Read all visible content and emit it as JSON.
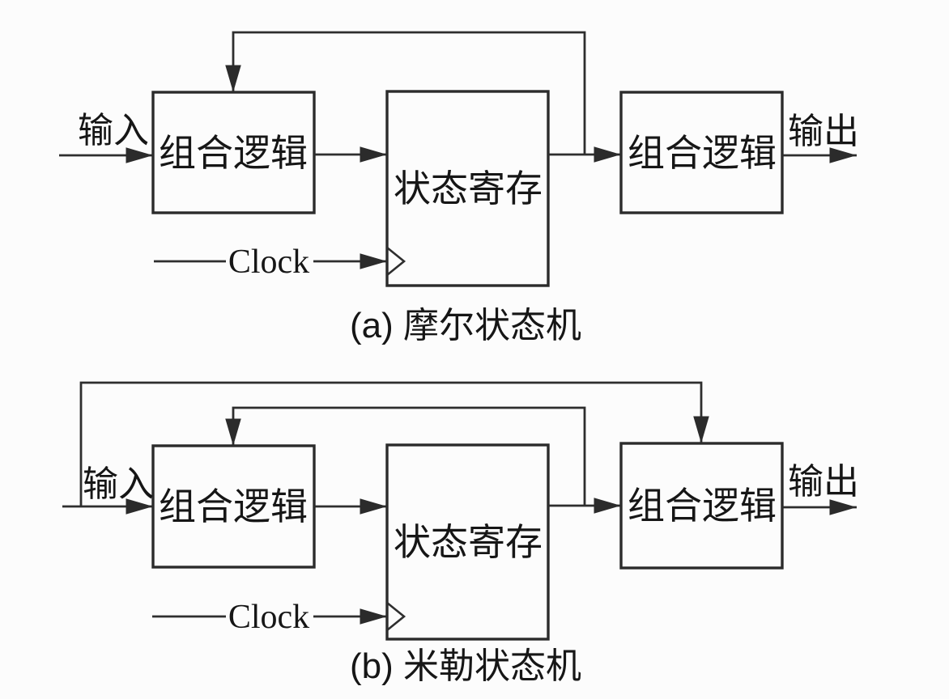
{
  "figure": {
    "background": "#fcfcfc",
    "line_color": "#2e2e2e",
    "text_color": "#161616"
  },
  "diagram_a": {
    "caption": "(a) 摩尔状态机",
    "input_label": "输入",
    "output_label": "输出",
    "clock_label": "Clock",
    "blocks": {
      "input_logic": "组合逻辑",
      "state_register": "状态寄存",
      "output_logic": "组合逻辑"
    }
  },
  "diagram_b": {
    "caption": "(b) 米勒状态机",
    "input_label": "输入",
    "output_label": "输出",
    "clock_label": "Clock",
    "blocks": {
      "input_logic": "组合逻辑",
      "state_register": "状态寄存",
      "output_logic": "组合逻辑"
    }
  }
}
